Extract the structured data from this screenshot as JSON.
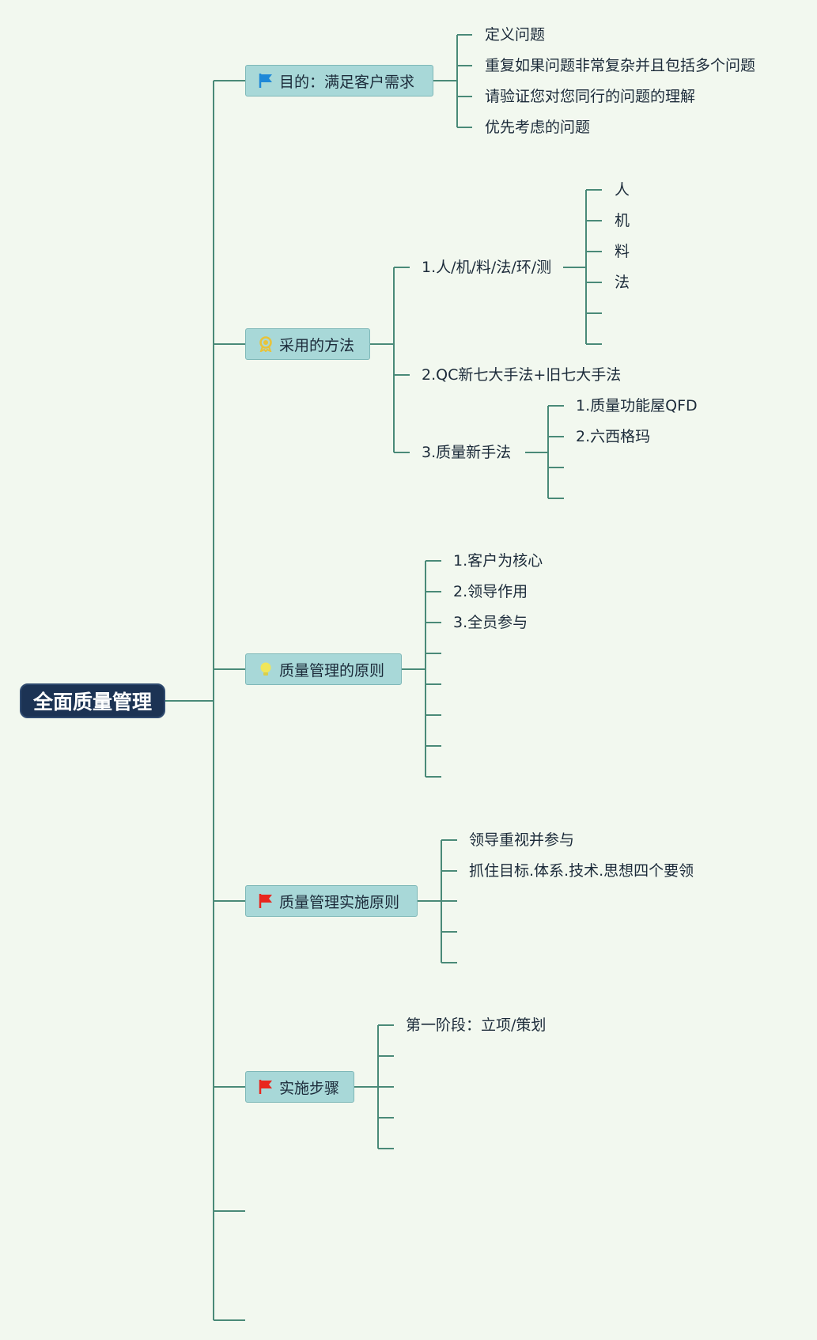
{
  "root": {
    "label": "全面质量管理"
  },
  "branches": {
    "goal": {
      "label": "目的：满足客户需求",
      "icon": "blue-flag-icon",
      "items": [
        "定义问题",
        "重复如果问题非常复杂并且包括多个问题",
        "请验证您对您同行的问题的理解",
        "优先考虑的问题"
      ]
    },
    "methods": {
      "label": "采用的方法",
      "icon": "gold-medal-icon",
      "sub1": {
        "label": "1.人/机/料/法/环/测",
        "items": [
          "人",
          "机",
          "料",
          "法"
        ]
      },
      "sub2": {
        "label": "2.QC新七大手法+旧七大手法"
      },
      "sub3": {
        "label": "3.质量新手法",
        "items": [
          "1.质量功能屋QFD",
          "2.六西格玛"
        ]
      }
    },
    "principles": {
      "label": "质量管理的原则",
      "icon": "lightbulb-icon",
      "items": [
        "1.客户为核心",
        "2.领导作用",
        "3.全员参与"
      ]
    },
    "implementation": {
      "label": "质量管理实施原则",
      "icon": "red-flag-icon",
      "items": [
        "领导重视并参与",
        "抓住目标.体系.技术.思想四个要领"
      ]
    },
    "steps": {
      "label": "实施步骤",
      "icon": "red-flag-icon",
      "items": [
        "第一阶段：立项/策划"
      ]
    }
  },
  "colors": {
    "background": "#f2f8ef",
    "connector": "#4a8a78",
    "root_fill": "#1c3354",
    "topic_fill": "#a8d8d8",
    "blue_flag": "#1e88d8",
    "red_flag": "#e8261e",
    "medal": "#e8c33a",
    "bulb": "#f0e65a"
  }
}
